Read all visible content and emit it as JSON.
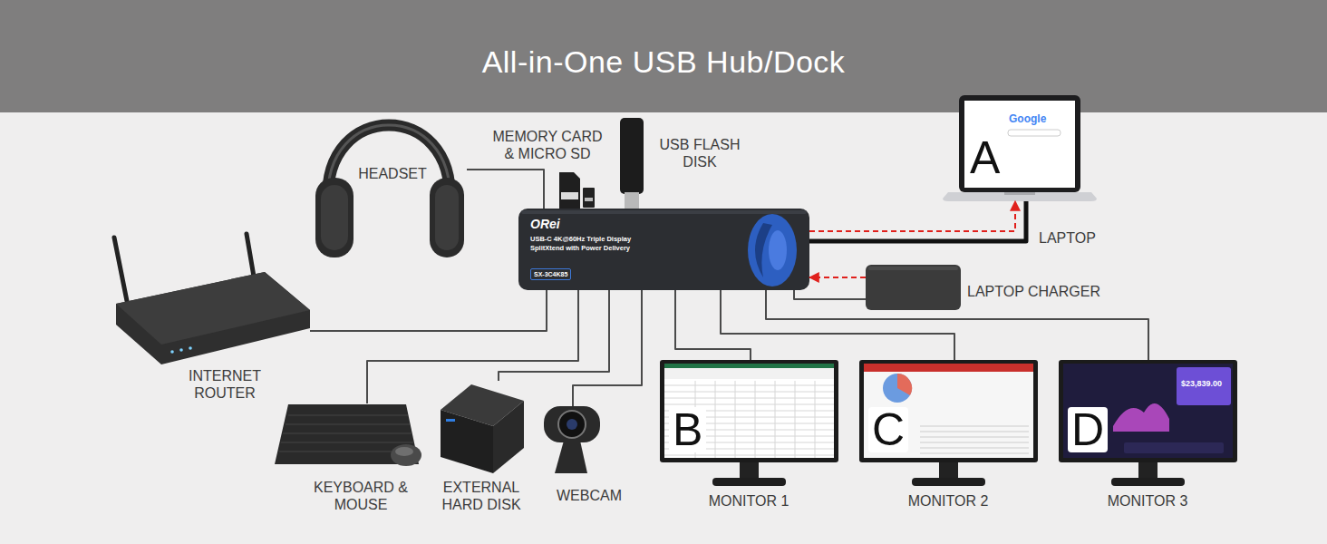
{
  "diagram": {
    "title": "All-in-One USB Hub/Dock",
    "nodes": [
      {
        "text": [
          "HEADSET"
        ]
      },
      {
        "text": [
          "MEMORY CARD & MICRO SD"
        ]
      },
      {
        "text": [
          "USB FLASH DISK"
        ]
      },
      {
        "text": [
          "A",
          "LAPTOP"
        ]
      },
      {
        "text": [
          "ORei",
          "USB-C 4K@60Hz Triple Display SplitXtend with Power Delivery",
          "SX-3C4K85"
        ]
      },
      {
        "text": [
          "LAPTOP CHARGER"
        ]
      },
      {
        "text": [
          "INTERNET ROUTER"
        ]
      },
      {
        "text": [
          "KEYBOARD & MOUSE"
        ]
      },
      {
        "text": [
          "EXTERNAL HARD DISK"
        ]
      },
      {
        "text": [
          "WEBCAM"
        ]
      },
      {
        "text": [
          "B",
          "MONITOR 1"
        ]
      },
      {
        "text": [
          "C",
          "MONITOR 2"
        ]
      },
      {
        "text": [
          "D",
          "MONITOR 3"
        ]
      }
    ],
    "edges": [
      {
        "from": 4,
        "to": 0,
        "arrow": "none"
      },
      {
        "from": 4,
        "to": 3,
        "arrow": "to"
      },
      {
        "from": 5,
        "to": 4,
        "arrow": "to"
      },
      {
        "from": 4,
        "to": 6,
        "arrow": "none"
      },
      {
        "from": 4,
        "to": 7,
        "arrow": "none"
      },
      {
        "from": 4,
        "to": 8,
        "arrow": "none"
      },
      {
        "from": 4,
        "to": 9,
        "arrow": "none"
      },
      {
        "from": 4,
        "to": 10,
        "arrow": "none"
      },
      {
        "from": 4,
        "to": 11,
        "arrow": "none"
      },
      {
        "from": 4,
        "to": 12,
        "arrow": "none"
      }
    ],
    "labels": [
      "Google",
      "$23,839.00"
    ]
  }
}
